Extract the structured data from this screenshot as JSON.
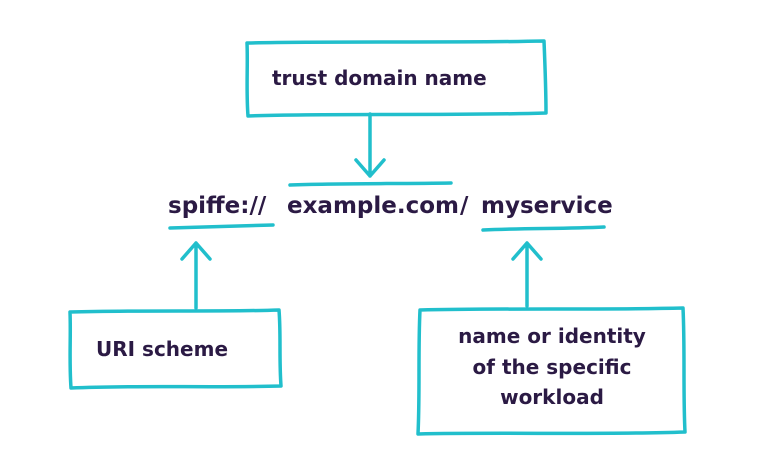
{
  "diagram": {
    "uri_parts": {
      "scheme": "spiffe://",
      "trust_domain": "example.com",
      "separator": "/",
      "workload_path": "myservice"
    },
    "labels": {
      "trust_domain": "trust domain name",
      "uri_scheme": "URI scheme",
      "workload_line1": "name or identity",
      "workload_line2": "of the specific",
      "workload_line3": "workload"
    },
    "colors": {
      "accent": "#21bfcc",
      "text": "#2b1a44",
      "background": "#ffffff"
    }
  }
}
